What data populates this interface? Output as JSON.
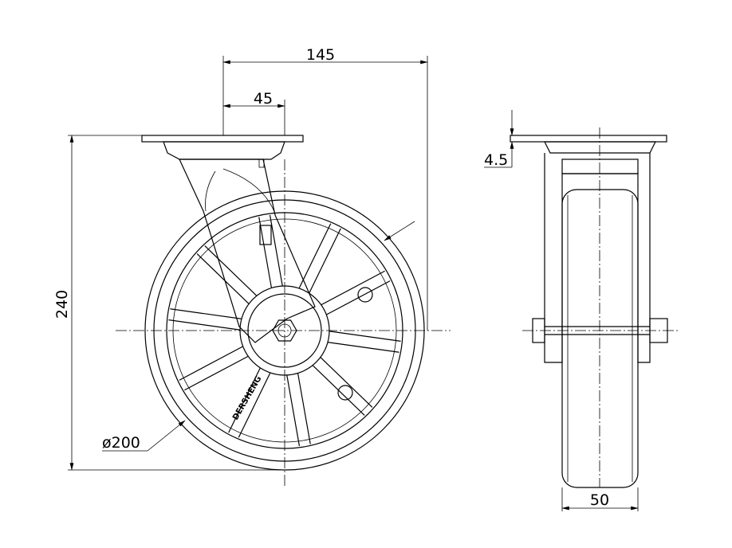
{
  "dimensions": {
    "overall_offset": "145",
    "swivel_offset": "45",
    "overall_height": "240",
    "wheel_diameter": "ø200",
    "plate_thickness": "4.5",
    "wheel_width": "50"
  },
  "logo_text": "DERSHENG"
}
